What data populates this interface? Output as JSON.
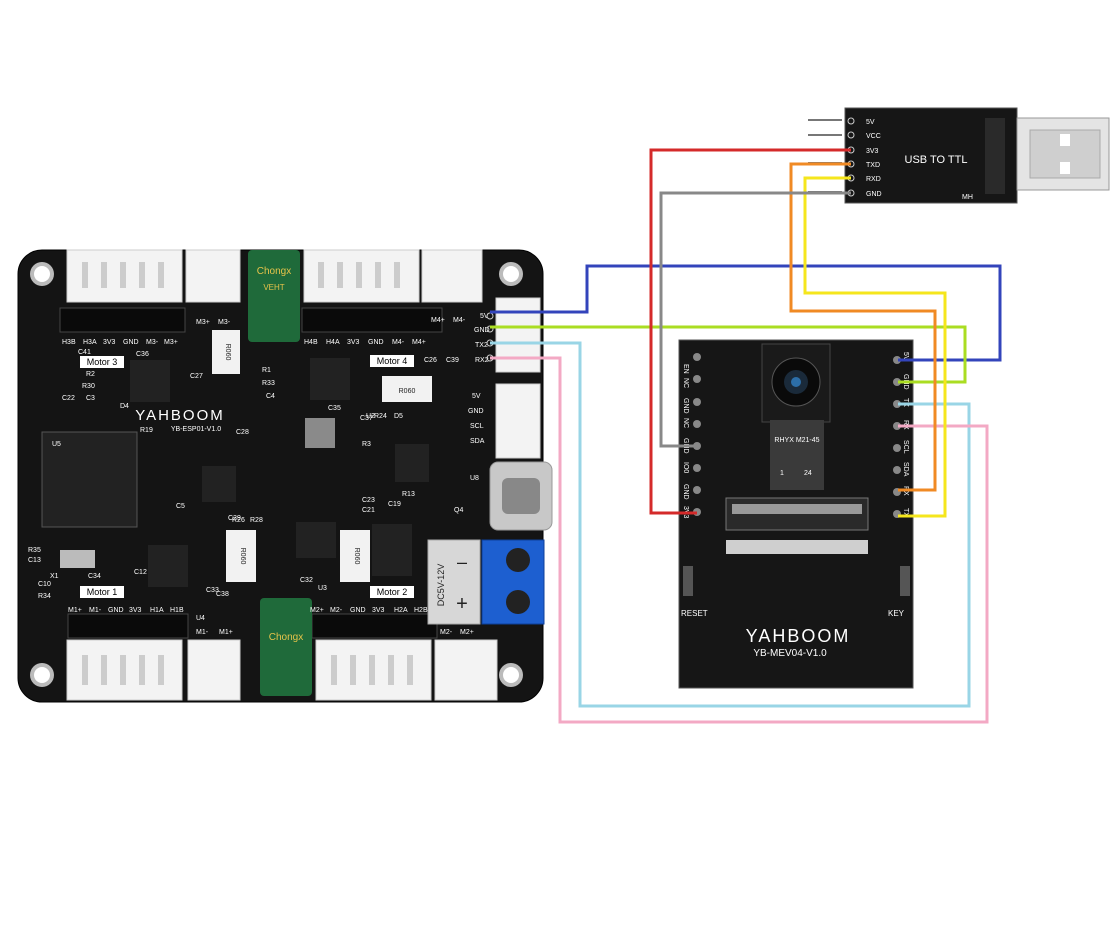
{
  "motor_board": {
    "brand": "YAHBOOM",
    "model": "YB-ESP01-V1.0",
    "top_header_labels": [
      "H3B",
      "H3A",
      "3V3",
      "GND",
      "M3-",
      "M3+",
      "H4B",
      "H4A",
      "3V3",
      "GND",
      "M4-",
      "M4+"
    ],
    "bottom_header_labels": [
      "M1+",
      "M1-",
      "GND",
      "3V3",
      "H1A",
      "H1B",
      "M2+",
      "M2-",
      "GND",
      "3V3",
      "H2A",
      "H2B"
    ],
    "right_pins": [
      "5V",
      "GND",
      "TX2",
      "RX2"
    ],
    "i2c_pins": [
      "5V",
      "GND",
      "SCL",
      "SDA"
    ],
    "motor_labels": [
      "Motor 3",
      "Motor 4",
      "Motor 1",
      "Motor 2"
    ],
    "small_m_labels": [
      "M3+",
      "M3-",
      "M4+",
      "M4-",
      "M1-",
      "M1+",
      "M2-",
      "M2+"
    ],
    "resistor_code": "R060",
    "cap_brand": "Chongx",
    "cap_series": "VEHT",
    "power_label": "DC5V-12V",
    "chip_ref": "U5",
    "component_refs": [
      "C41",
      "R2",
      "R30",
      "C3",
      "C22",
      "C36",
      "C27",
      "R1",
      "R33",
      "C4",
      "C35",
      "C28",
      "C26",
      "C39",
      "C37",
      "R24",
      "D5",
      "R3",
      "R13",
      "U8",
      "R19",
      "C23",
      "C21",
      "C19",
      "Q4",
      "D4",
      "U2",
      "C32",
      "U3",
      "C34",
      "X1",
      "C10",
      "R34",
      "R35",
      "C13",
      "C12",
      "U4",
      "C33",
      "C38",
      "C5",
      "R26",
      "R28",
      "C29"
    ]
  },
  "usb_ttl": {
    "title": "USB TO TTL",
    "pins": [
      "5V",
      "VCC",
      "3V3",
      "TXD",
      "RXD",
      "GND"
    ],
    "mark": "MH"
  },
  "camera_board": {
    "brand": "YAHBOOM",
    "model": "YB-MEV04-V1.0",
    "left_pins": [
      "EN",
      "NC",
      "GND",
      "NC",
      "GND",
      "IO0",
      "GND",
      "3V3"
    ],
    "right_pins": [
      "5V",
      "GND",
      "TX",
      "RX",
      "SCL",
      "SDA",
      "RX",
      "TX"
    ],
    "ribbon_text": "RHYX M21-45",
    "ribbon_pins": [
      "1",
      "24"
    ],
    "buttons": [
      "RESET",
      "KEY"
    ]
  },
  "wire_colors": {
    "power_5v": "#3344bb",
    "ground": "#aadd22",
    "tx2": "#99d5e6",
    "rx2": "#f3a9c4",
    "usb_3v3": "#d42a2a",
    "usb_txd": "#f08a24",
    "usb_rxd": "#f5e61c",
    "usb_gnd": "#888888"
  }
}
